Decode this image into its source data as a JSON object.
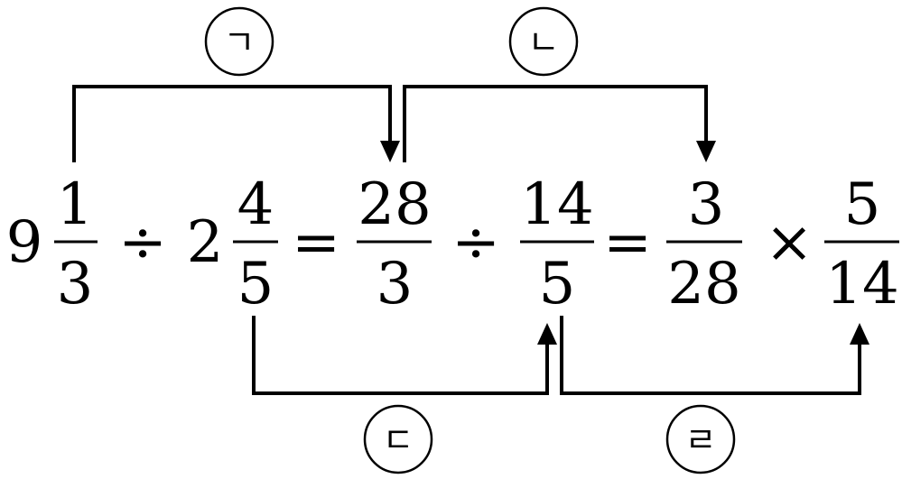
{
  "expression": {
    "mixed1_whole": "9",
    "mixed1_num": "1",
    "mixed1_den": "3",
    "div1": "÷",
    "mixed2_whole": "2",
    "mixed2_num": "4",
    "mixed2_den": "5",
    "eq1": "=",
    "frac3_num": "28",
    "frac3_den": "3",
    "div2": "÷",
    "frac4_num": "14",
    "frac4_den": "5",
    "eq2": "=",
    "frac5_num": "3",
    "frac5_den": "28",
    "times": "×",
    "frac6_num": "5",
    "frac6_den": "14"
  },
  "steps": {
    "label_a": "ㄱ",
    "label_b": "ㄴ",
    "label_c": "ㄷ",
    "label_d": "ㄹ"
  }
}
